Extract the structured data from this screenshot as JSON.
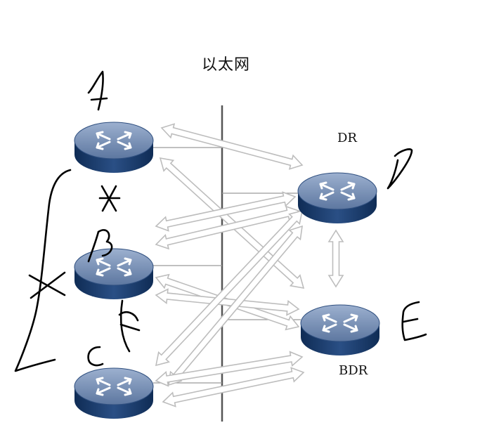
{
  "diagram": {
    "title": "以太网",
    "role_labels": {
      "dr": "DR",
      "bdr": "BDR"
    },
    "handwritten_letters": {
      "a": "A",
      "b": "B",
      "c": "C",
      "d": "D",
      "e": "E"
    },
    "routers": [
      {
        "id": "A"
      },
      {
        "id": "B"
      },
      {
        "id": "C"
      },
      {
        "id": "DR"
      },
      {
        "id": "BDR"
      }
    ],
    "colors": {
      "router_top": "#7d93b6",
      "router_side": "#173a6b",
      "arrow_stroke": "#bdbdbd",
      "bus_line": "#555555",
      "ink": "#000000"
    }
  }
}
